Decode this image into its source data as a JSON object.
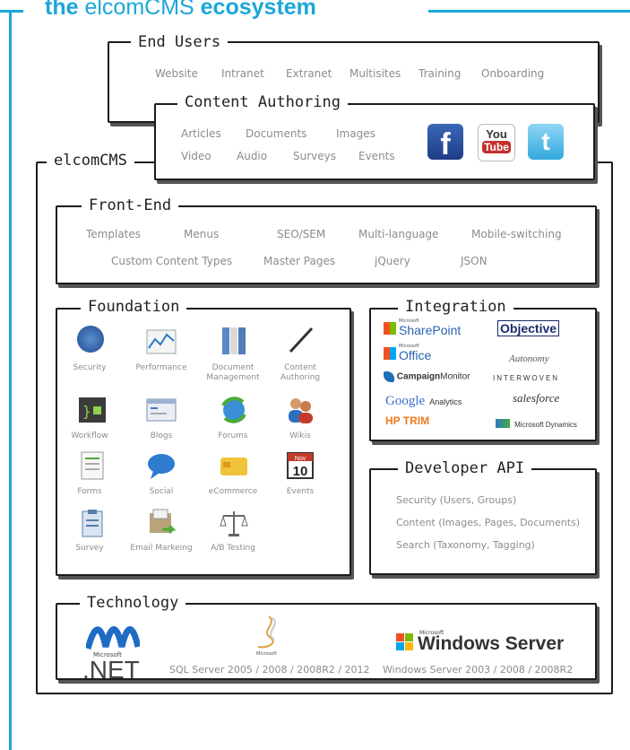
{
  "header": {
    "title_prefix": "the",
    "title_brand": "elcomCMS",
    "title_suffix": "ecosystem",
    "accent": "#1ba6d8",
    "brand_color": "#1a9ad6"
  },
  "end_users": {
    "title": "End Users",
    "items": [
      "Website",
      "Intranet",
      "Extranet",
      "Multisites",
      "Training",
      "Onboarding"
    ]
  },
  "content_authoring": {
    "title": "Content Authoring",
    "row1": [
      "Articles",
      "Documents",
      "Images"
    ],
    "row2": [
      "Video",
      "Audio",
      "Surveys",
      "Events"
    ],
    "social_icons": [
      "facebook-icon",
      "youtube-icon",
      "twitter-icon"
    ],
    "youtube_top": "You",
    "youtube_bottom": "Tube"
  },
  "elcomcms": {
    "title": "elcomCMS"
  },
  "front_end": {
    "title": "Front-End",
    "row1": [
      "Templates",
      "Menus",
      "SEO/SEM",
      "Multi-language",
      "Mobile-switching"
    ],
    "row2": [
      "Custom Content Types",
      "Master Pages",
      "jQuery",
      "JSON"
    ]
  },
  "foundation": {
    "title": "Foundation",
    "items": [
      {
        "label": "Security",
        "icon": "lock-icon"
      },
      {
        "label": "Performance",
        "icon": "performance-chart-icon"
      },
      {
        "label": "Document Management",
        "icon": "binders-icon"
      },
      {
        "label": "Content Authoring",
        "icon": "pen-icon"
      },
      {
        "label": "Workflow",
        "icon": "workflow-icon"
      },
      {
        "label": "Blogs",
        "icon": "blog-window-icon"
      },
      {
        "label": "Forums",
        "icon": "globe-arrows-icon"
      },
      {
        "label": "Wikis",
        "icon": "people-icon"
      },
      {
        "label": "Forms",
        "icon": "form-document-icon"
      },
      {
        "label": "Social",
        "icon": "speech-bubble-icon"
      },
      {
        "label": "eCommerce",
        "icon": "credit-card-icon"
      },
      {
        "label": "Events",
        "icon": "calendar-icon"
      },
      {
        "label": "Survey",
        "icon": "clipboard-icon"
      },
      {
        "label": "Email Markeing",
        "icon": "email-box-icon"
      },
      {
        "label": "A/B Testing",
        "icon": "scales-icon"
      }
    ],
    "calendar_month": "Nov",
    "calendar_day": "10"
  },
  "integration": {
    "title": "Integration",
    "sharepoint_small": "Microsoft",
    "sharepoint": "SharePoint",
    "objective": "Objective",
    "office_small": "Microsoft",
    "office": "Office",
    "autonomy": "Autonomy",
    "campaign_bold": "Campaign",
    "campaign_rest": "Monitor",
    "interwoven": "INTERWOVEN",
    "google": "Google",
    "analytics": "Analytics",
    "salesforce": "salesforce",
    "hptrim": "HP TRIM",
    "dynamics": "Microsoft Dynamics"
  },
  "developer_api": {
    "title": "Developer API",
    "items": [
      "Security (Users, Groups)",
      "Content (Images, Pages, Documents)",
      "Search (Taxonomy, Tagging)"
    ]
  },
  "technology": {
    "title": "Technology",
    "net_small": "Microsoft",
    "net": ".NET",
    "sql_small": "Microsoft",
    "sql_caption": "SQL Server 2005 / 2008 / 2008R2 / 2012",
    "win_small": "Microsoft",
    "windows_server": "Windows Server",
    "win_caption": "Windows Server 2003 / 2008 / 2008R2"
  }
}
